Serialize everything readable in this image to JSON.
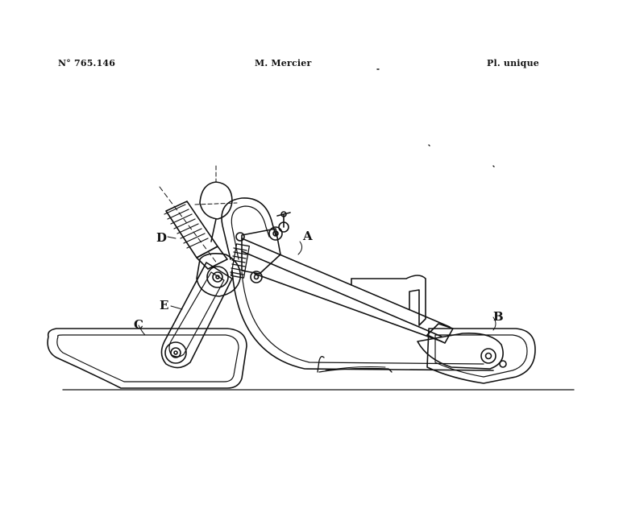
{
  "header": {
    "patent_number": "N° 765.146",
    "author": "M. Mercier",
    "plate": "Pl. unique"
  },
  "labels": {
    "A": "A",
    "B": "B",
    "C": "C",
    "D": "D",
    "E": "E"
  }
}
